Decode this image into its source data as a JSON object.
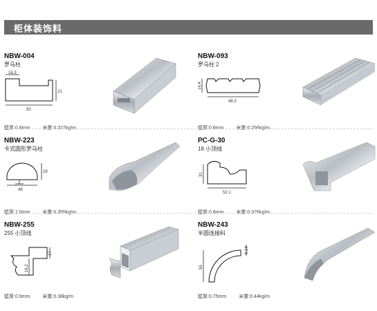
{
  "header": {
    "title": "柜体装饰料"
  },
  "products": [
    {
      "code": "NBW-004",
      "name": "罗马柱",
      "dims": [
        "16.3",
        "21",
        "50"
      ],
      "wall_label": "壁厚:",
      "wall": "0.8mm",
      "weight_label": "米重:",
      "weight": "0.327kg/m"
    },
    {
      "code": "NBW-093",
      "name": "罗马柱２",
      "dims": [
        "16.4",
        "48.3"
      ],
      "wall_label": "壁厚:",
      "wall": "0.8mm",
      "weight_label": "米重:",
      "weight": "0.256kg/m"
    },
    {
      "code": "NBW-223",
      "name": "卡式圆形罗马柱",
      "dims": [
        "29",
        "48"
      ],
      "wall_label": "壁厚:",
      "wall": "1.0mm",
      "weight_label": "米重:",
      "weight": "0.355kg/m"
    },
    {
      "code": "PC-G-30",
      "name": "18 小顶线",
      "dims": [
        "31",
        "52.1"
      ],
      "wall_label": "壁厚:",
      "wall": "0.8mm",
      "weight_label": "米重:",
      "weight": "0.376kg/m"
    },
    {
      "code": "NBW-255",
      "name": "255 小顶线",
      "dims": [
        "17",
        "16.2"
      ],
      "wall_label": "壁厚:",
      "wall": "0.9mm",
      "weight_label": "米重:",
      "weight": "0.38kg/m"
    },
    {
      "code": "NBW-243",
      "name": "半圆连接料",
      "dims": [
        "6.14",
        "55",
        "55"
      ],
      "wall_label": "壁厚:",
      "wall": "0.75mm",
      "weight_label": "米重:",
      "weight": "0.44kg/m"
    }
  ]
}
